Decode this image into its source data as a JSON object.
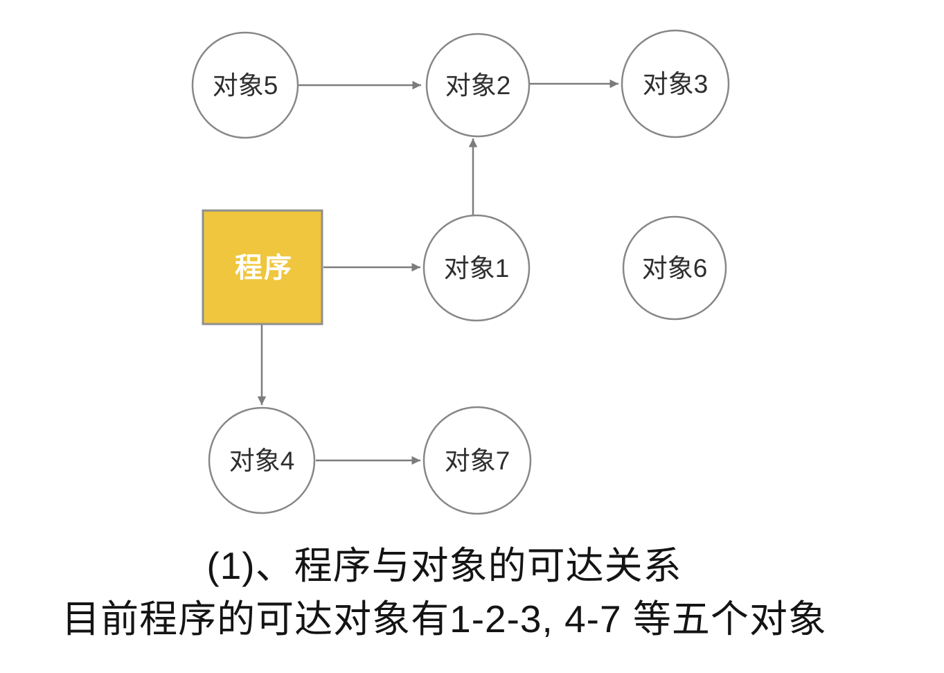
{
  "diagram_title": "GC reachability diagram",
  "colors": {
    "background": "#ffffff",
    "node_stroke": "#878787",
    "arrow": "#7c7c7c",
    "program_fill": "#efc63d",
    "program_border": "#8f8f8f",
    "node_text": "#2e2e2e",
    "program_text": "#ffffff",
    "caption_text": "#141414"
  },
  "diagram": {
    "program": {
      "id": "program",
      "label": "程序",
      "shape": "square"
    },
    "nodes": [
      {
        "id": "object-5",
        "label": "对象5",
        "shape": "circle"
      },
      {
        "id": "object-2",
        "label": "对象2",
        "shape": "circle"
      },
      {
        "id": "object-3",
        "label": "对象3",
        "shape": "circle"
      },
      {
        "id": "object-1",
        "label": "对象1",
        "shape": "circle"
      },
      {
        "id": "object-6",
        "label": "对象6",
        "shape": "circle"
      },
      {
        "id": "object-4",
        "label": "对象4",
        "shape": "circle"
      },
      {
        "id": "object-7",
        "label": "对象7",
        "shape": "circle"
      }
    ],
    "edges": [
      {
        "from": "object-5",
        "to": "object-2"
      },
      {
        "from": "object-2",
        "to": "object-3"
      },
      {
        "from": "object-1",
        "to": "object-2"
      },
      {
        "from": "program",
        "to": "object-1"
      },
      {
        "from": "program",
        "to": "object-4"
      },
      {
        "from": "object-4",
        "to": "object-7"
      }
    ]
  },
  "caption": {
    "line1": "(1)、程序与对象的可达关系",
    "line2": "目前程序的可达对象有1-2-3, 4-7 等五个对象"
  }
}
